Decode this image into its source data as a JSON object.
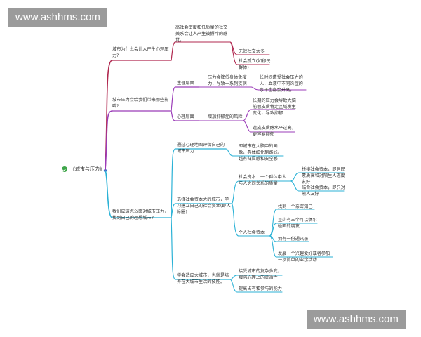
{
  "watermark_top": "www.ashhms.com",
  "watermark_bottom": "www.ashhms.com",
  "root": {
    "label": "《城市与压力》",
    "icon": "check-circle-icon"
  },
  "colors": {
    "q1": "#b0284f",
    "q2": "#9b3cb8",
    "q3": "#2bb2d6",
    "root_icon": "#3fa64a"
  },
  "q1": {
    "label": "城市为什么会让人产生心理压力?",
    "sub1": "高社会密度和低质量的社交关系会让人产生被摒斥的感觉。",
    "leaf1": "无效社交太多",
    "leaf2": "社会孤立(如移民群体)"
  },
  "q2": {
    "label": "城市压力会给我们带来哪些影响?",
    "phys": {
      "label": "生理层面",
      "desc": "压力会降低身体免疫力，导致一系列疾病",
      "detail": "长时间遭受社会压力的人，血液中不同炎症的水平也都会升高。"
    },
    "psych": {
      "label": "心理层面",
      "desc": "增加抑郁症的风险",
      "detail1": "长期的压力会导致大脑前额皮质特定区域发生变化，导致抑郁",
      "detail2": "造成皮质醇水平过高，更容易抑郁"
    }
  },
  "q3": {
    "label": "我们应该怎么面对城市压力，找到自己的理想城市?",
    "a1": {
      "label": "通过心理地图评估自己的城市压力",
      "desc": "即城市在大脑中的画像，具体细化到路线、越有归属感和安全感"
    },
    "a2": {
      "label": "选择社会资本大的城市，学习建立自己的社会资本(即人脉圈)",
      "sc": {
        "label": "社会资本：一个群体中人与人之间关系的质量",
        "item1": "桥接社会资本，即居民素质高和对陌生人态度友好",
        "item2": "结合社会资本，即只对熟人友好"
      },
      "personal": {
        "label": "个人社会资本",
        "items": [
          "找到一个亲密知己",
          "至少有三个可以偶尔碰面的朋友",
          "拥有一份通讯录",
          "发展一个兴趣爱好或者参加一项简单的业余活动"
        ]
      }
    },
    "a3": {
      "label": "学会适应大城市，也就是培养在大城市生活的技能。",
      "item1": "接受城市的复杂多变，增强心理上的灵活性",
      "item2": "提高占有和参与的能力"
    }
  }
}
